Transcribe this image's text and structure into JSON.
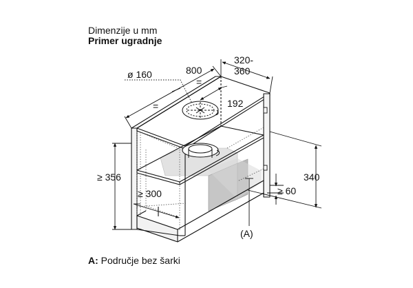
{
  "header": {
    "title": "Dimenzije u mm",
    "subtitle": "Primer ugradnje"
  },
  "dimensions": {
    "diameter": "ø 160",
    "width": "800",
    "depth_top": "320-",
    "depth_bottom": "360",
    "equal_left": "=",
    "equal_right": "=",
    "offset": "192",
    "height_min": "≥ 356",
    "inner_depth_min": "≥ 300",
    "height_right": "340",
    "gap_min": "≥ 60",
    "area_marker": "(A)"
  },
  "legend": {
    "key": "A:",
    "text": "Područje bez šarki"
  }
}
